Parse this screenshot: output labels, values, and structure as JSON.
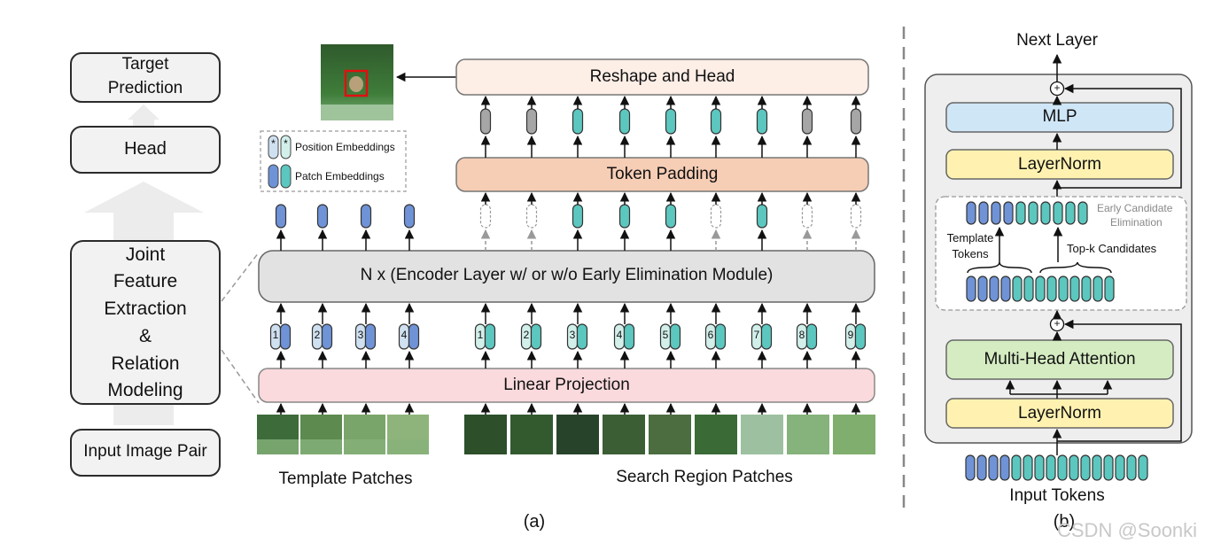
{
  "left_panel": {
    "target_prediction": [
      "Target",
      "Prediction"
    ],
    "head": "Head",
    "joint": [
      "Joint",
      "Feature",
      "Extraction",
      "&",
      "Relation",
      "Modeling"
    ],
    "input_pair": "Input Image Pair"
  },
  "middle_panel": {
    "reshape_head": "Reshape and Head",
    "token_padding": "Token Padding",
    "encoder": "N x (Encoder Layer w/ or w/o Early Elimination Module)",
    "linear_projection": "Linear Projection",
    "legend": {
      "position": "Position Embeddings",
      "patch": "Patch Embeddings",
      "marker": "*"
    },
    "template_label": "Template Patches",
    "search_label": "Search Region Patches",
    "template_indices": [
      "1",
      "2",
      "3",
      "4"
    ],
    "search_indices": [
      "1",
      "2",
      "3",
      "4",
      "5",
      "6",
      "7",
      "8",
      "9"
    ],
    "caption": "(a)"
  },
  "right_panel": {
    "next_layer": "Next Layer",
    "mlp": "MLP",
    "layernorm_top": "LayerNorm",
    "early_elim": [
      "Early Candidate",
      "Elimination"
    ],
    "template_tokens": [
      "Template",
      "Tokens"
    ],
    "topk": "Top-k Candidates",
    "mha": "Multi-Head Attention",
    "layernorm_bottom": "LayerNorm",
    "input_tokens": "Input Tokens",
    "plus": "+",
    "caption": "(b)"
  },
  "watermark": "CSDN @Soonki",
  "colors": {
    "template_token": "#6f93d6",
    "search_token": "#5cc7bf",
    "padding_token": "#a6a6a6",
    "reshape_fill": "#fdeee6",
    "padding_fill": "#f6cdb5",
    "encoder_fill": "#e2e2e2",
    "linear_fill": "#fadadd",
    "mlp_fill": "#cfe6f6",
    "layernorm_fill": "#fff2b0",
    "mha_fill": "#d5ecc2",
    "block_fill": "#eeeeee"
  }
}
